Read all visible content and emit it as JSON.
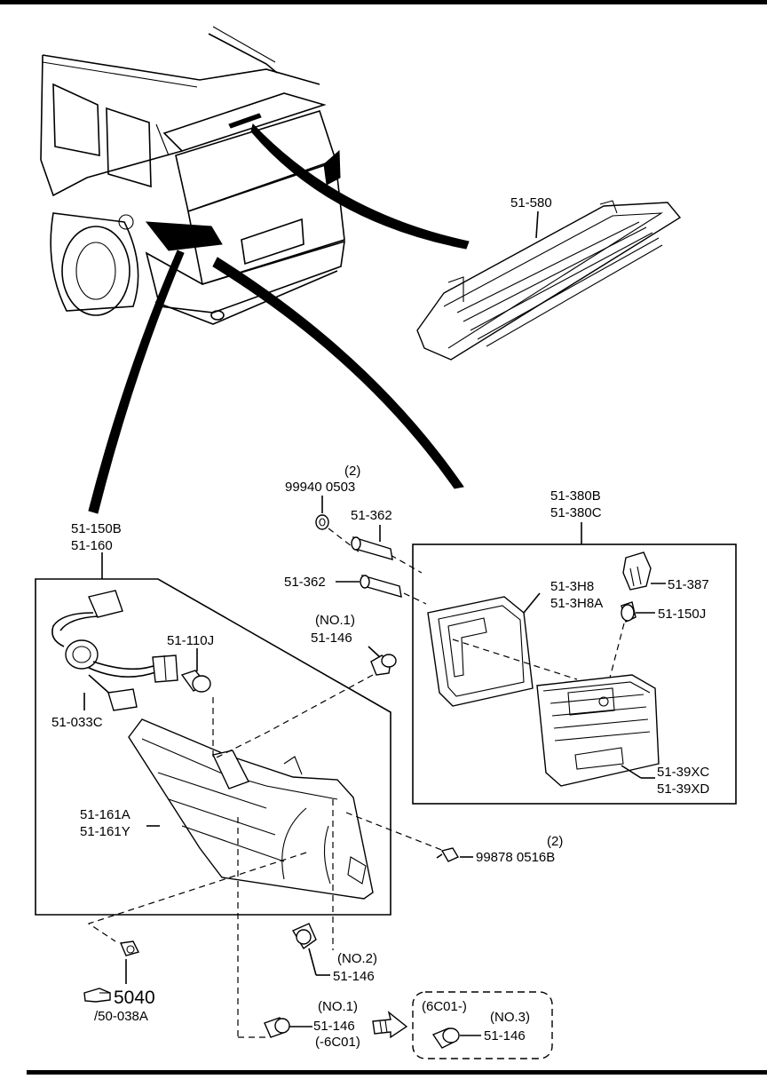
{
  "labels": {
    "high_mount_lamp": "51-580",
    "rear_combo_a": "51-150B",
    "rear_combo_b": "51-160",
    "bulb_110j": "51-110J",
    "socket_033c": "51-033C",
    "lens_a": "51-161A",
    "lens_b": "51-161Y",
    "clip_no1_qty": "(NO.1)",
    "clip_no1": "51-146",
    "screw_qty": "(2)",
    "screw_part": "99878 0516B",
    "clip_no2_qty": "(NO.2)",
    "clip_no2": "51-146",
    "ref_code": "5040",
    "ref_sub": "/50-038A",
    "clip_bottom_qty": "(NO.1)",
    "clip_bottom": "51-146",
    "clip_bottom_sub": "(-6C01)",
    "variant_code": "(6C01-)",
    "clip_no3_qty": "(NO.3)",
    "clip_no3": "51-146",
    "nut_qty": "(2)",
    "nut_part": "99940 0503",
    "bracket_upper": "51-362",
    "bracket_lower": "51-362",
    "inner_lamp_a": "51-380B",
    "inner_lamp_b": "51-380C",
    "gasket_a": "51-3H8",
    "gasket_b": "51-3H8A",
    "socket_387": "51-387",
    "bulb_150j": "51-150J",
    "inner_lens_a": "51-39XC",
    "inner_lens_b": "51-39XD"
  },
  "icons": {
    "ref_pointer": "pointing-hand-icon",
    "variant_arrow": "arrow-right-icon"
  }
}
